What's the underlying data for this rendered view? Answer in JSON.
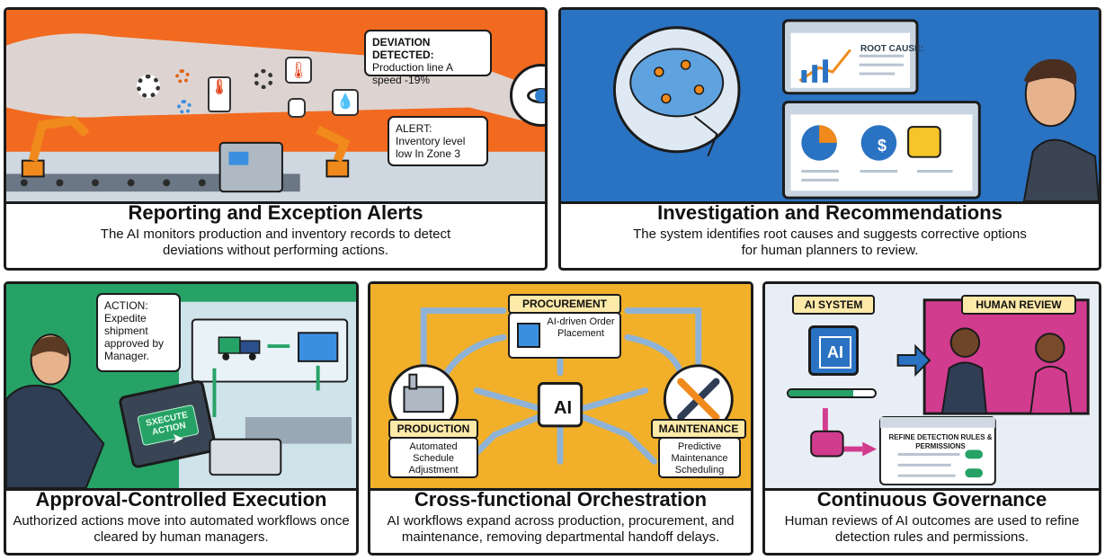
{
  "panels": [
    {
      "title": "Reporting and Exception Alerts",
      "description": "The AI monitors production and inventory records to detect deviations without performing actions.",
      "bubbles": [
        {
          "heading": "DEVIATION DETECTED:",
          "body": "Production line A speed -19%"
        },
        {
          "heading": "ALERT:",
          "body": "Inventory level low In Zone 3"
        }
      ],
      "colors": {
        "background": "#f26a1f",
        "accent": "#2f7fd1"
      },
      "icons": [
        "gear-icon",
        "thermometer-icon",
        "database-icon",
        "drop-icon",
        "eye-icon",
        "robot-arm-icon",
        "conveyor-icon"
      ]
    },
    {
      "title": "Investigation and Recommendations",
      "description": "The system identifies root causes and suggests corrective options for human planners to review.",
      "screen_label": "ROOT CAUSE:",
      "colors": {
        "background": "#2a72c2"
      },
      "icons": [
        "brain-icon",
        "bar-chart-icon",
        "pie-chart-icon",
        "dollar-icon",
        "person-thinking-icon"
      ]
    },
    {
      "title": "Approval-Controlled Execution",
      "description": "Authorized actions move into automated workflows once cleared by human managers.",
      "bubble": {
        "heading": "ACTION:",
        "body": "Expedite shipment approved by Manager."
      },
      "tablet_button": "SXECUTE ACTION",
      "colors": {
        "background": "#27a267"
      },
      "icons": [
        "truck-icon",
        "container-icon",
        "tablet-icon",
        "cursor-icon",
        "robot-arm-icon"
      ]
    },
    {
      "title": "Cross-functional Orchestration",
      "description": "AI workflows expand across production, procurement, and maintenance, removing departmental handoff delays.",
      "hub_label": "AI",
      "nodes": {
        "procurement": {
          "label": "PROCUREMENT",
          "detail": "AI-driven Order Placement"
        },
        "production": {
          "label": "PRODUCTION",
          "detail": "Automated Schedule Adjustment"
        },
        "maintenance": {
          "label": "MAINTENANCE",
          "detail": "Predictive Maintenance Scheduling"
        }
      },
      "colors": {
        "background": "#f2b02a"
      },
      "icons": [
        "warehouse-icon",
        "factory-icon",
        "wrench-icon",
        "ai-chip-icon"
      ]
    },
    {
      "title": "Continuous Governance",
      "description": "Human reviews of AI outcomes are used to refine detection rules and permissions.",
      "ai_label": "AI SYSTEM",
      "chip_label": "AI",
      "review_label": "HUMAN REVIEW",
      "window_label": "REFINE DETECTION RULES & PERMISSIONS",
      "progress": 0.75,
      "colors": {
        "background": "#e8eef5",
        "review": "#d23c8f"
      },
      "icons": [
        "ai-chip-icon",
        "chat-icon",
        "toggle-icon",
        "people-icon"
      ]
    }
  ]
}
